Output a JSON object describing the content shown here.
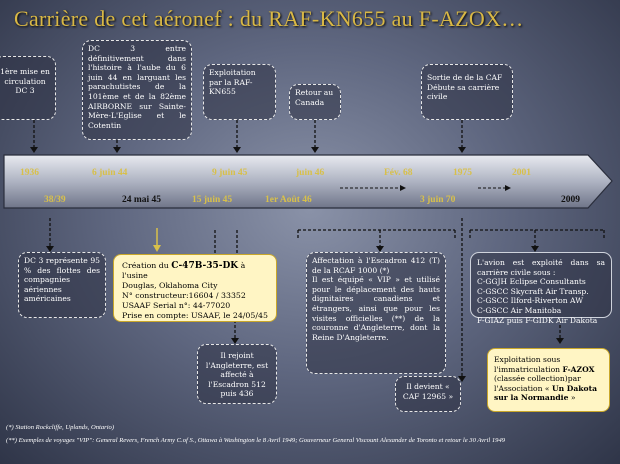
{
  "title": "Carrière de cet aéronef :  du RAF-KN655 au F-AZOX…",
  "timeline_top": [
    {
      "id": "t1",
      "label": "1936"
    },
    {
      "id": "t2",
      "label": "6 juin 44"
    },
    {
      "id": "t3",
      "label": "9 juin 45"
    },
    {
      "id": "t4",
      "label": "juin 46"
    },
    {
      "id": "t5",
      "label": "Fév. 68"
    },
    {
      "id": "t6",
      "label": "1975"
    },
    {
      "id": "t7",
      "label": "2001"
    }
  ],
  "timeline_bottom": [
    {
      "id": "b1",
      "label": "38/39"
    },
    {
      "id": "b2",
      "label": "24 mai 45"
    },
    {
      "id": "b3",
      "label": "15 juin 45"
    },
    {
      "id": "b4",
      "label": "1er Août 46"
    },
    {
      "id": "b5",
      "label": "3 juin 70"
    },
    {
      "id": "b6",
      "label": "2009"
    }
  ],
  "boxes_top": {
    "first_service": "1ère mise en circulation DC 3",
    "dday": "DC 3 entre définitivement dans l'histoire à l'aube du 6 juin 44 en larguant les parachutistes de la 101ème et de la 82ème AIRBORNE sur Sainte-Mère-L'Eglise et le Cotentin",
    "raf": "Exploitation par la RAF-KN655",
    "canada": "Retour au Canada",
    "caf": "Sortie de de la CAF Débute sa carrière civile"
  },
  "boxes_bottom": {
    "dc3_share": "DC 3 représente 95 % des flottes des compagnies aériennes américaines",
    "creation": {
      "l1a": "Création du ",
      "l1b": "C-47B-35-DK",
      "l1c": " à l'usine",
      "l2": "Douglas, Oklahoma City",
      "l3": "N° constructeur:16604 / 33352",
      "l4": "USAAF Serial n°: 44-77020",
      "l5": "Prise en compte:  USAAF, le 24/05/45"
    },
    "england": "Il rejoint l'Angleterre, est affecté à l'Escadron 512 puis 436",
    "rcaf": "Affectation à l'Escadron 412 (T) de la RCAF 1000 (*)",
    "vip": "Il est équipé « VIP » et utilisé pour le déplacement des hauts dignitaires canadiens et étrangers, ainsi que pour les visites officielles (**) de la couronne d'Angleterre, dont la Reine D'Angleterre.",
    "caf_number": "Il devient « CAF 12965 »",
    "civil": {
      "intro": "L'avion  est exploité dans sa carrière civile sous :",
      "items": [
        "C-GGJH Eclipse Consultants",
        "C-GSCC Skycraft Air Transp.",
        "C-GSCC Ilford-Riverton AW",
        "C-GSCC Air Manitoba",
        "F-GIAZ puis F-GIDK Air Dakota"
      ]
    },
    "fazox": {
      "l1a": "Exploitation sous l'immatriculation ",
      "l1b": "F-AZOX",
      "l2": "(classée collection)par l'Association « ",
      "l2b": "Un Dakota sur la Normandie",
      "l2c": " »"
    }
  },
  "footnotes": {
    "f1": "(*) Station Rockcliffe, Uplands, Ontario)",
    "f2": "(**) Exemples de voyages \"VIP\": General Revers, French Army C.of S., Ottawa à Washington le 8 Avril 1949; Gouverneur General Viscount Alexander de Toronto et retour le 30 Avril 1949"
  },
  "colors": {
    "accent_gold": "#d8c04a",
    "highlight_yellow": "#fff5c4",
    "background": "#5f6780"
  }
}
